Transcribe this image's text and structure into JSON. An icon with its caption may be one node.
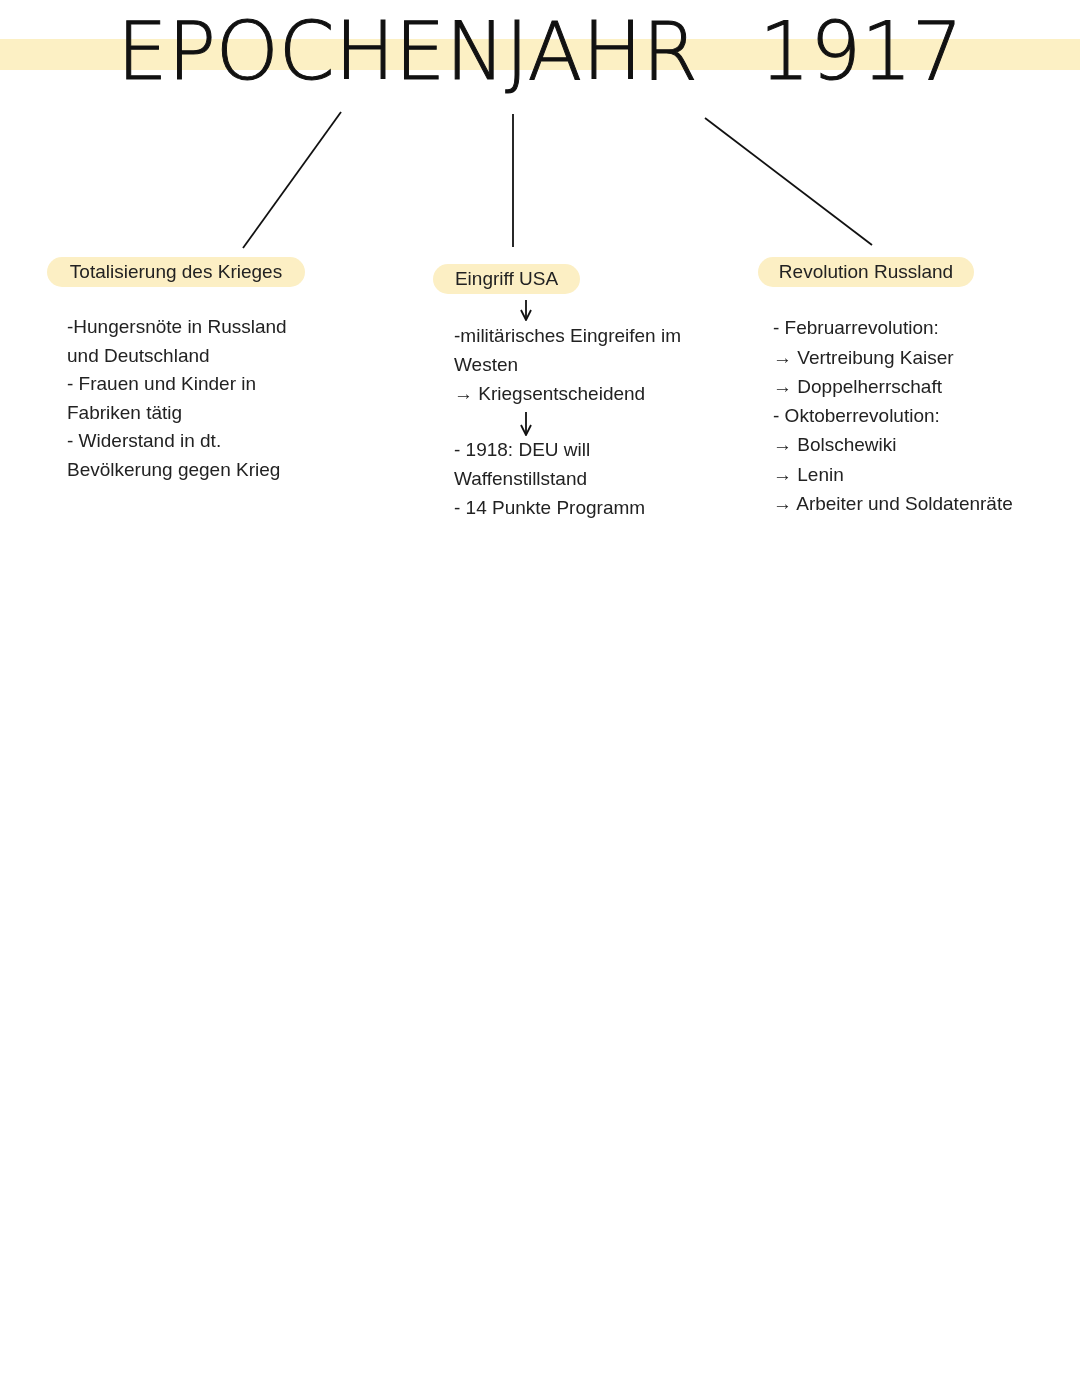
{
  "diagram": {
    "nodes": [
      {
        "text": [
          "EPOCHENJAHR 1917"
        ]
      },
      {
        "text": [
          "Totalisierung des Krieges"
        ]
      },
      {
        "text": [
          "Eingriff USA"
        ]
      },
      {
        "text": [
          "Revolution Russland"
        ]
      },
      {
        "text": [
          "-militärisches Eingreifen im Westen",
          "→ Kriegsentscheidend"
        ]
      },
      {
        "text": [
          "- 1918: DEU will Waffenstillstand",
          "- 14 Punkte Programm"
        ]
      }
    ],
    "edges": [
      {
        "from": 0,
        "to": 1,
        "arrow": "none"
      },
      {
        "from": 0,
        "to": 2,
        "arrow": "none"
      },
      {
        "from": 0,
        "to": 3,
        "arrow": "none"
      },
      {
        "from": 2,
        "to": 4,
        "arrow": "to"
      },
      {
        "from": 4,
        "to": 5,
        "arrow": "to"
      }
    ],
    "labels": [
      "-Hungersnöte in Russland und Deutschland",
      "- Frauen und Kinder in Fabriken tätig",
      "- Widerstand in dt. Bevölkerung gegen Krieg",
      "- Februarrevolution:",
      "→ Vertreibung Kaiser",
      "→ Doppelherrschaft",
      "- Oktoberrevolution:",
      "→ Bolschewiki",
      "→ Lenin",
      "→ Arbeiter und Soldatenräte"
    ]
  }
}
